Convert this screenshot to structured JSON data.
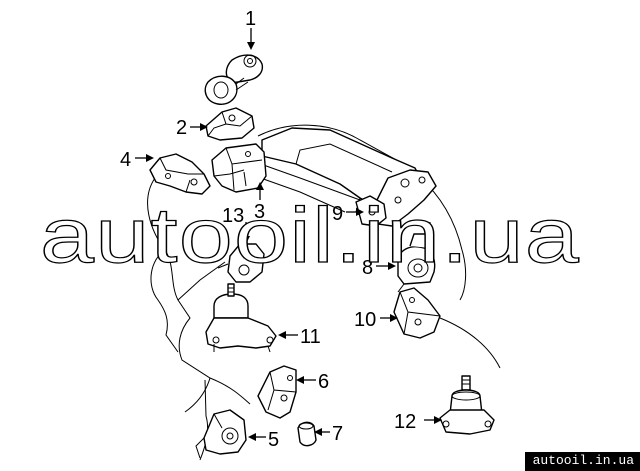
{
  "diagram": {
    "callouts": {
      "c1": "1",
      "c2": "2",
      "c3": "3",
      "c4": "4",
      "c5": "5",
      "c6": "6",
      "c7": "7",
      "c8": "8",
      "c9": "9",
      "c10": "10",
      "c11": "11",
      "c12": "12",
      "c13": "13"
    },
    "watermark": "autooil.in.ua",
    "footer_tag": "autooil.in.ua"
  }
}
